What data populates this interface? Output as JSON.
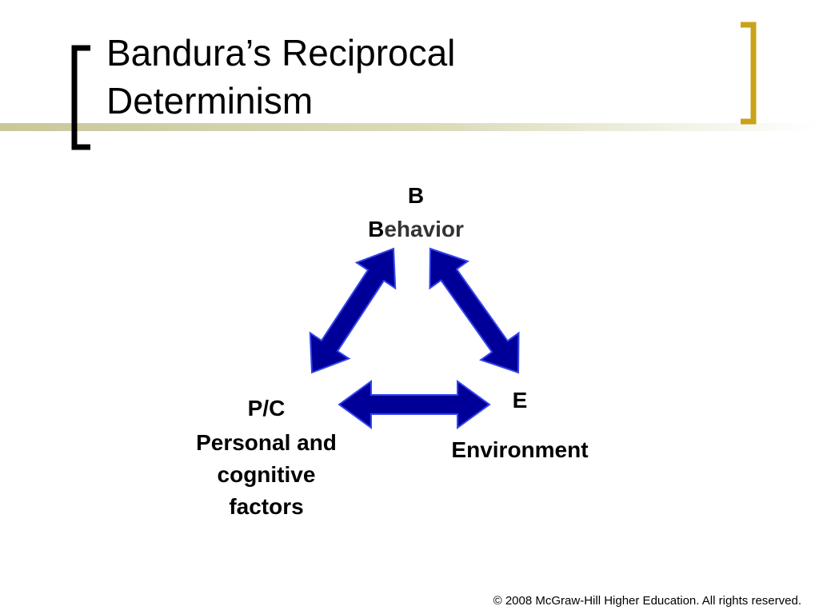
{
  "slide": {
    "title_lines": [
      "Bandura’s Reciprocal",
      "Determinism"
    ],
    "accent_colors": {
      "left_bracket": "#000000",
      "right_bracket": "#c9a21a",
      "title_rule": "#c8c89a",
      "arrow_fill": "#000099",
      "arrow_outline": "#3344ee"
    }
  },
  "diagram": {
    "nodes": {
      "behavior": {
        "abbrev": "B",
        "label_initial": "B",
        "label_rest": "ehavior"
      },
      "environment": {
        "abbrev": "E",
        "label": "Environment"
      },
      "personal_cognitive": {
        "abbrev": "P/C",
        "label": "Personal and\ncognitive\nfactors"
      }
    },
    "arrows": [
      {
        "from": "personal_cognitive",
        "to": "behavior",
        "kind": "double-headed"
      },
      {
        "from": "behavior",
        "to": "environment",
        "kind": "double-headed"
      },
      {
        "from": "personal_cognitive",
        "to": "environment",
        "kind": "double-headed"
      }
    ]
  },
  "footer": {
    "copyright": "© 2008 McGraw-Hill Higher Education. All rights reserved."
  }
}
